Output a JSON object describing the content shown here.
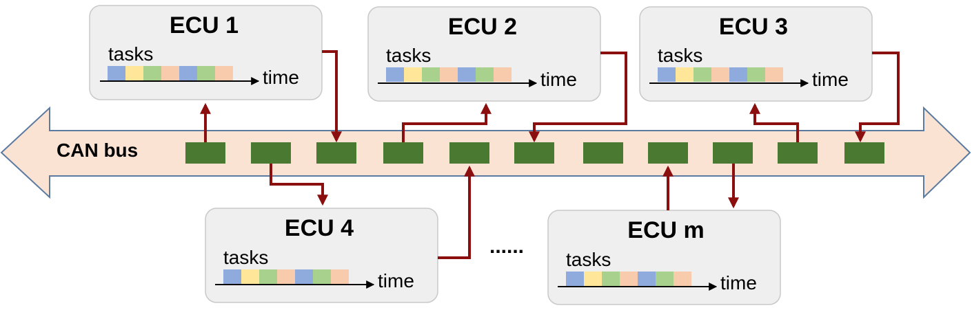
{
  "bus": {
    "label": "CAN bus"
  },
  "ecus": [
    {
      "title": "ECU 1",
      "tasks_label": "tasks",
      "time_label": "time"
    },
    {
      "title": "ECU 2",
      "tasks_label": "tasks",
      "time_label": "time"
    },
    {
      "title": "ECU 3",
      "tasks_label": "tasks",
      "time_label": "time"
    },
    {
      "title": "ECU 4",
      "tasks_label": "tasks",
      "time_label": "time"
    },
    {
      "title": "ECU m",
      "tasks_label": "tasks",
      "time_label": "time"
    }
  ],
  "ellipsis": "......",
  "colors": {
    "bus_fill": "#fbe3d4",
    "bus_stroke": "#5b7aa0",
    "frame": "#4a7a32",
    "link": "#8b0f0f",
    "task_colors": [
      "#8faadc",
      "#ffe699",
      "#a9d18e",
      "#f8cbad",
      "#8faadc",
      "#a9d18e",
      "#f8cbad"
    ]
  }
}
